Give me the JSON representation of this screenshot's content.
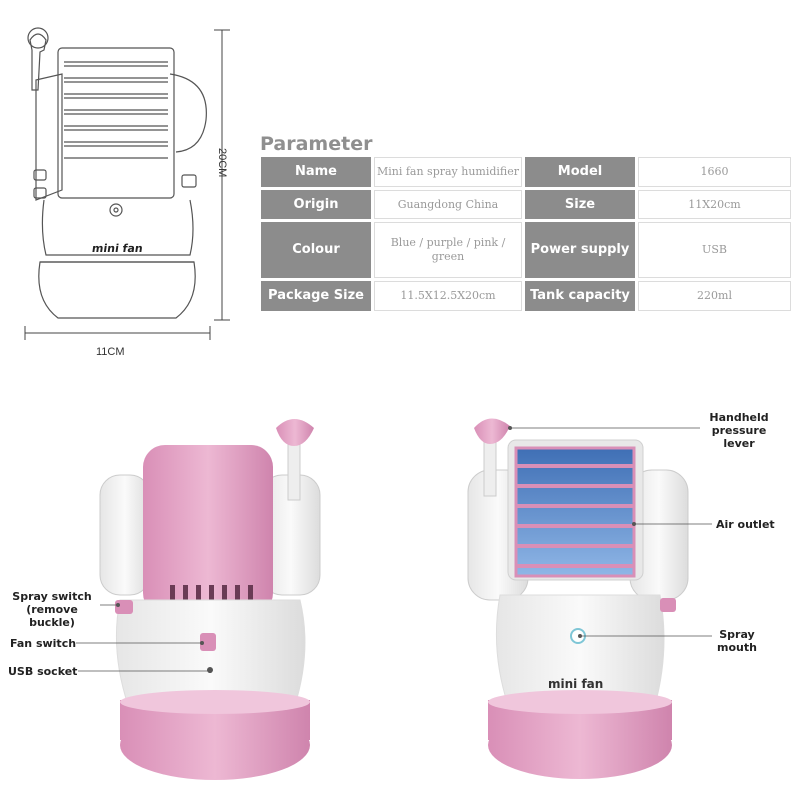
{
  "diagram": {
    "width_label": "11CM",
    "height_label": "20CM",
    "brand_text": "mini fan"
  },
  "parameter": {
    "title": "Parameter",
    "rows": [
      {
        "k1": "Name",
        "v1": "Mini fan spray humidifier",
        "k2": "Model",
        "v2": "1660"
      },
      {
        "k1": "Origin",
        "v1": "Guangdong  China",
        "k2": "Size",
        "v2": "11X20cm"
      },
      {
        "k1": "Colour",
        "v1": "Blue / purple / pink / green",
        "k2": "Power supply",
        "v2": "USB"
      },
      {
        "k1": "Package Size",
        "v1": "11.5X12.5X20cm",
        "k2": "Tank capacity",
        "v2": "220ml"
      }
    ]
  },
  "callouts": {
    "spray_switch": "Spray switch (remove buckle)",
    "fan_switch": "Fan switch",
    "usb_socket": "USB socket",
    "pressure_lever": "Handheld pressure lever",
    "air_outlet": "Air outlet",
    "spray_mouth": "Spray mouth"
  },
  "colors": {
    "pink": "#e3a6c6",
    "pink_dark": "#c97aa5",
    "body": "#f4f4f4",
    "blue": "#6f9ed8",
    "table_key": "#8c8c8c"
  }
}
